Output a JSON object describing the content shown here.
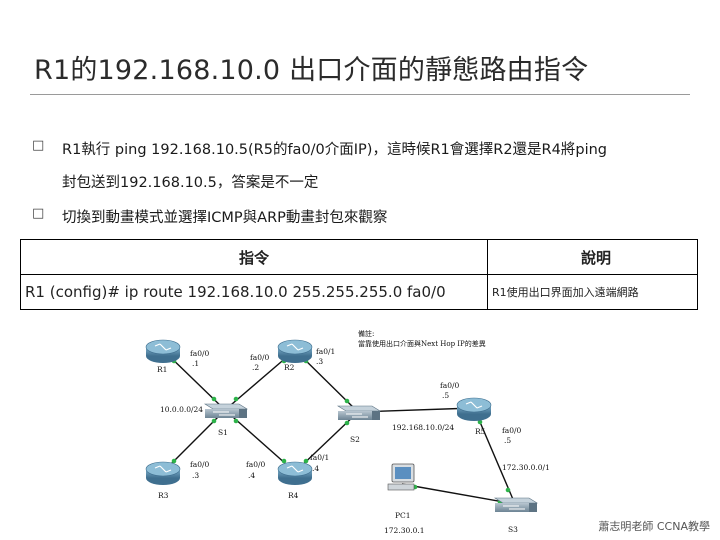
{
  "title": "R1的192.168.10.0 出口介面的靜態路由指令",
  "bullets": [
    {
      "mark": "□",
      "line1": "R1執行 ping 192.168.10.5(R5的fa0/0介面IP)，這時候R1會選擇R2還是R4將ping",
      "line2": "封包送到192.168.10.5，答案是不一定"
    },
    {
      "mark": "□",
      "line1": "切換到動畫模式並選擇ICMP與ARP動畫封包來觀察"
    }
  ],
  "table": {
    "headers": [
      "指令",
      "說明"
    ],
    "command": "R1 (config)# ip route 192.168.10.0  255.255.255.0  fa0/0",
    "description": "R1使用出口界面加入遠端網路"
  },
  "diagram": {
    "note_line1": "備註:",
    "note_line2": "當靠使用出口介面與Next Hop IP的差異",
    "routers": [
      {
        "name": "R1",
        "port": "fa0/0",
        "host": ".1"
      },
      {
        "name": "R2",
        "port": "fa0/0",
        "host": ".2",
        "port2": "fa0/1",
        "host2": ".3"
      },
      {
        "name": "R3",
        "port": "fa0/0",
        "host": ".3"
      },
      {
        "name": "R4",
        "port": "fa0/0",
        "host": ".4",
        "port2": "fa0/1",
        "host2": ".4"
      },
      {
        "name": "R5",
        "port": "fa0/0",
        "host": ".5",
        "port2": "fa0/0",
        "host2": ".5"
      }
    ],
    "switches": [
      "S1",
      "S2",
      "S3"
    ],
    "pc": "PC1",
    "pc_ip": "172.30.0.1",
    "networks": [
      "10.0.0.0/24",
      "192.168.10.0/24",
      "172.30.0.0/16"
    ]
  },
  "footer": "蕭志明老師 CCNA教學",
  "colors": {
    "router": "#5a8fb0",
    "link": "#111111",
    "dot": "#2db34a",
    "cable_dash": "#444444"
  }
}
